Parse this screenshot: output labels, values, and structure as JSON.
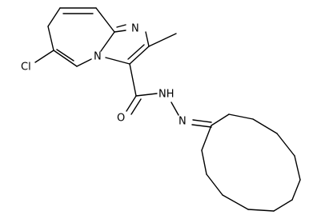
{
  "molecule": {
    "atoms": {
      "chlorine": "Cl",
      "ring_nitrogen": "N",
      "bridge_nitrogen": "N",
      "carbonyl_oxygen": "O",
      "hydrazide_nh": "NH",
      "hydrazone_nitrogen": "N"
    }
  },
  "colors": {
    "bond": "#000000",
    "label": "#000000",
    "background": "#ffffff"
  }
}
